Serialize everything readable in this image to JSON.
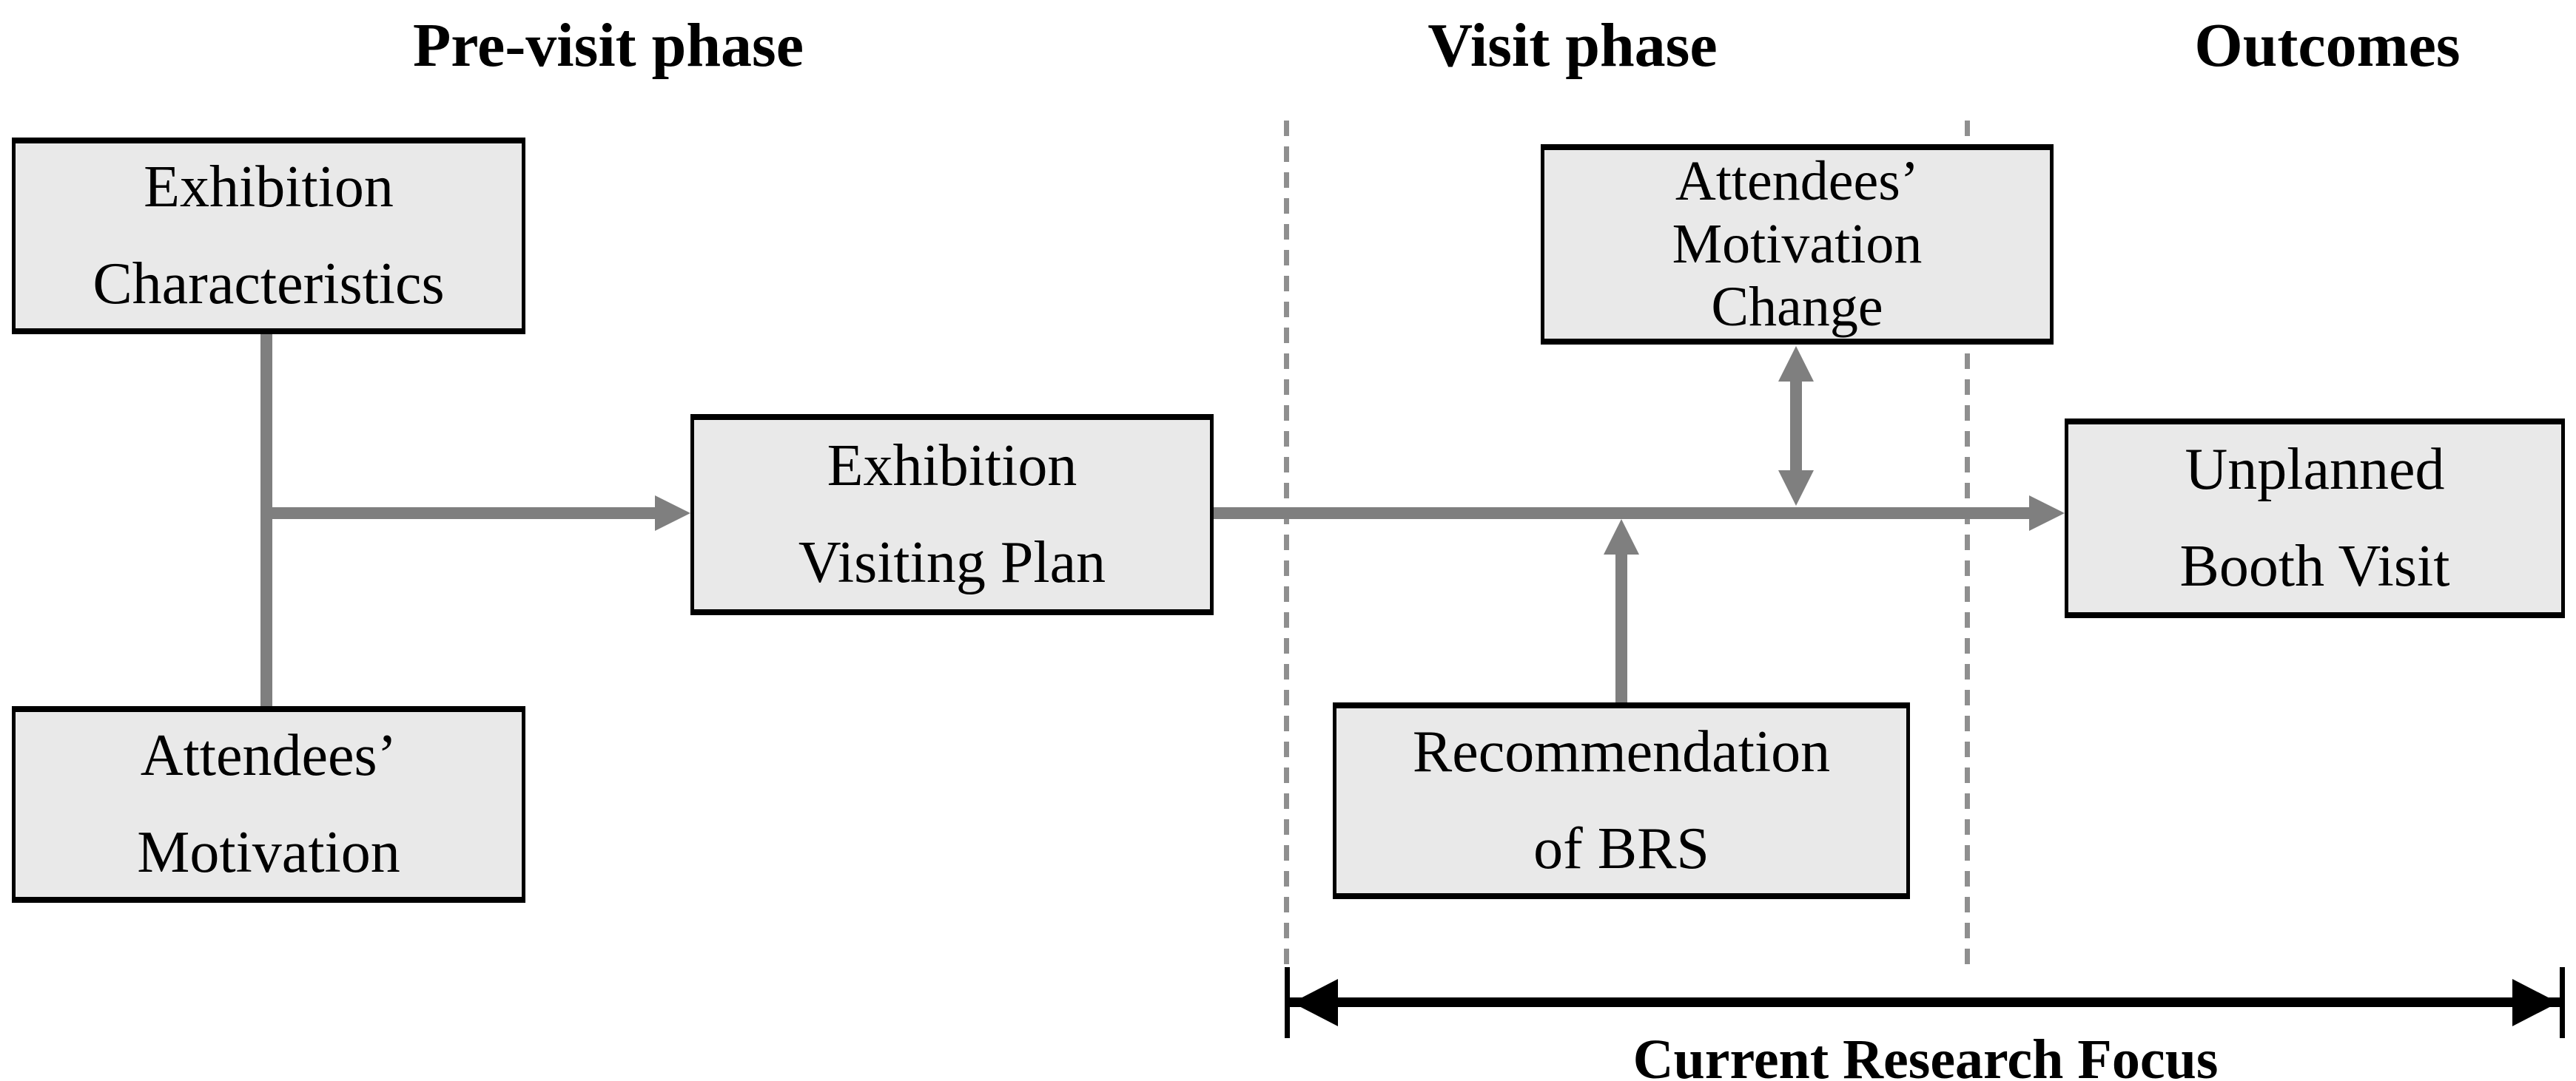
{
  "diagram": {
    "phases": [
      "Pre-visit phase",
      "Visit phase",
      "Outcomes"
    ],
    "nodes": [
      {
        "id": "exhibition-characteristics",
        "lines": [
          "Exhibition",
          "Characteristics"
        ]
      },
      {
        "id": "attendees-motivation",
        "lines": [
          "Attendees’",
          "Motivation"
        ]
      },
      {
        "id": "exhibition-visiting-plan",
        "lines": [
          "Exhibition",
          "Visiting Plan"
        ]
      },
      {
        "id": "attendees-motivation-change",
        "lines": [
          "Attendees’",
          "Motivation",
          "Change"
        ]
      },
      {
        "id": "recommendation-of-brs",
        "lines": [
          "Recommendation",
          "of BRS"
        ]
      },
      {
        "id": "unplanned-booth-visit",
        "lines": [
          "Unplanned",
          "Booth Visit"
        ]
      }
    ],
    "research_focus_label": "Current Research Focus",
    "colors": {
      "connector_gray": "#7f7f7f",
      "dashed_divider_gray": "#8f8f8f",
      "node_fill": "#e9e9e9",
      "node_border": "#000000",
      "focus_arrow_black": "#000000",
      "background": "#ffffff"
    }
  }
}
